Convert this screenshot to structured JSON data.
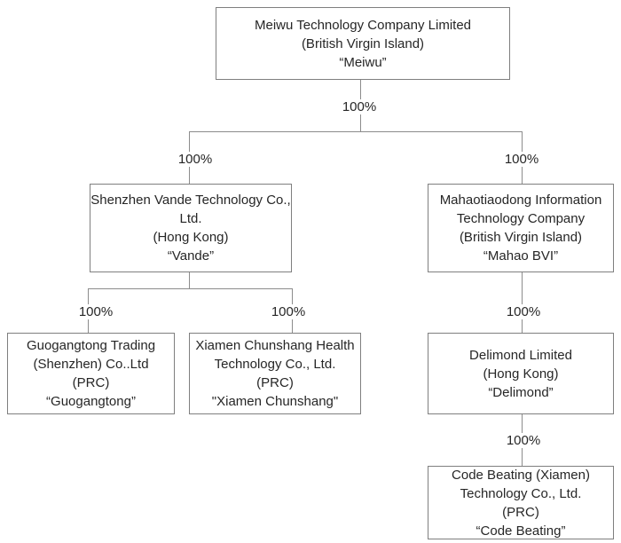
{
  "colors": {
    "background": "#ffffff",
    "box_border": "#7f7f7f",
    "connector_line": "#8c8c8c",
    "text": "#262626"
  },
  "nodes": [
    {
      "id": "meiwu",
      "lines": [
        "Meiwu Technology Company Limited",
        "(British Virgin Island)",
        "“Meiwu”"
      ]
    },
    {
      "id": "vande",
      "lines": [
        "Shenzhen Vande Technology Co.,",
        "Ltd.",
        "(Hong Kong)",
        "“Vande”"
      ]
    },
    {
      "id": "mahao-bvi",
      "lines": [
        "Mahaotiaodong Information",
        "Technology Company",
        "(British Virgin Island)",
        "“Mahao BVI”"
      ]
    },
    {
      "id": "guogangtong",
      "lines": [
        "Guogangtong Trading",
        "(Shenzhen) Co..Ltd",
        "(PRC)",
        "“Guogangtong”"
      ]
    },
    {
      "id": "xiamen-chunshang",
      "lines": [
        "Xiamen Chunshang Health",
        "Technology Co., Ltd.",
        "(PRC)",
        "\"Xiamen Chunshang\""
      ]
    },
    {
      "id": "delimond",
      "lines": [
        "Delimond Limited",
        "(Hong Kong)",
        "“Delimond”"
      ]
    },
    {
      "id": "code-beating",
      "lines": [
        "Code Beating (Xiamen)",
        "Technology Co., Ltd.",
        "(PRC)",
        "“Code Beating”"
      ]
    }
  ],
  "edges": [
    {
      "from": "meiwu",
      "to": "subsidiaries-branch",
      "label": "100%"
    },
    {
      "from": "meiwu",
      "to": "vande",
      "label": "100%"
    },
    {
      "from": "meiwu",
      "to": "mahao-bvi",
      "label": "100%"
    },
    {
      "from": "vande",
      "to": "guogangtong",
      "label": "100%"
    },
    {
      "from": "vande",
      "to": "xiamen-chunshang",
      "label": "100%"
    },
    {
      "from": "mahao-bvi",
      "to": "delimond",
      "label": "100%"
    },
    {
      "from": "delimond",
      "to": "code-beating",
      "label": "100%"
    }
  ]
}
